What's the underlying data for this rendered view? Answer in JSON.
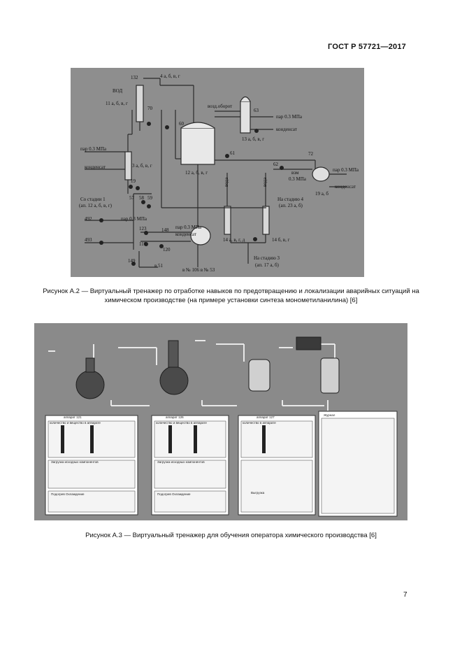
{
  "header": {
    "standard": "ГОСТ Р 57721—2017"
  },
  "figure1": {
    "labels": {
      "l132": "132",
      "l4": "4 а, б, в, г",
      "l11": "11 а, б, в, г",
      "lBOJ": "ВОД",
      "l70": "70",
      "l60": "60",
      "lVozd": "возд.оборот",
      "l63": "63",
      "lPar03a": "пар 0.3 МПа",
      "lKond1": "конденсат",
      "l13": "13 а, б, в, г",
      "lPar03b": "пар 0.3 МПа",
      "lKond2": "конденсат",
      "l3": "3 а, б, в, г",
      "l12": "12 а, б, в, г",
      "l61": "61",
      "l72": "72",
      "l62": "62",
      "lPar03c": "пар 0.3 МПа",
      "lVzm": "взм",
      "lPar03d": "0.3 МПа",
      "lKond3": "конденсат",
      "l19a": "19 а, б",
      "l19": "19",
      "lSoSt": "Со стадии 1",
      "lAp12": "(ап. 12 а, б, в, г)",
      "l57": "57",
      "l58": "58",
      "l59": "59",
      "lNaSt4": "На стадию 4",
      "lAp23": "(ап. 23 а, б)",
      "l492": "492",
      "lPar03e": "пар 0.3 МПа",
      "l493": "493",
      "l123": "123",
      "l148": "148",
      "lPar03f": "пар 0.3 МПа",
      "lKond4": "конденсат",
      "l14a": "14 а, в, г, д",
      "l14b": "14 б, в, г",
      "l110": "110",
      "l120": "120",
      "lNaSt3": "На стадию 3",
      "lAp17": "(ап. 17 а, б)",
      "l149": "149",
      "lV51": "в 51",
      "lV106": "в № 106 в № 53",
      "lVoda": "вода",
      "lVoda2": "вода"
    }
  },
  "caption1": "Рисунок А.2 — Виртуальный тренажер по отработке навыков по предотвращению и локализации аварийных ситуаций на химическом производстве (на примере установки синтеза монометиланилина) [6]",
  "figure2": {
    "panels": [
      {
        "title": "аппарат 121",
        "sub": "количество и вещество в аппарате",
        "load": "Загрузка исходных компонентов",
        "extra": "Подогрев   Охлаждение"
      },
      {
        "title": "аппарат 126",
        "sub": "количество и вещество в аппарате",
        "load": "Загрузка исходных компонентов",
        "extra": "Подогрев   Охлаждение"
      },
      {
        "title": "аппарат 127",
        "sub": "количество в аппарате",
        "load": "",
        "extra": "Выгрузка"
      },
      {
        "title": "Журнал",
        "sub": "",
        "load": "",
        "extra": ""
      }
    ]
  },
  "caption2": "Рисунок А.3 — Виртуальный тренажер для обучения оператора химического производства [6]",
  "page_number": "7"
}
